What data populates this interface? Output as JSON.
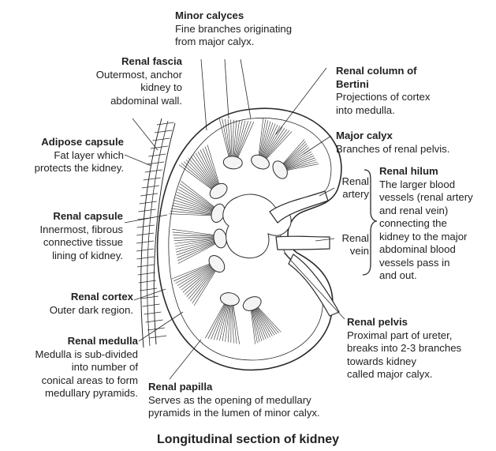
{
  "labels": {
    "minor_calyces": {
      "title": "Minor calyces",
      "desc": [
        "Fine branches originating",
        "from major calyx."
      ]
    },
    "renal_fascia": {
      "title": "Renal fascia",
      "desc": [
        "Outermost, anchor",
        "kidney to",
        "abdominal wall."
      ]
    },
    "adipose_capsule": {
      "title": "Adipose capsule",
      "desc": [
        "Fat layer which",
        "protects the kidney."
      ]
    },
    "renal_capsule": {
      "title": "Renal capsule",
      "desc": [
        "Innermost, fibrous",
        "connective tissue",
        "lining of kidney."
      ]
    },
    "renal_cortex": {
      "title": "Renal cortex",
      "desc": [
        "Outer dark region."
      ]
    },
    "renal_medulla": {
      "title": "Renal medulla",
      "desc": [
        "Medulla is sub-divided",
        "into number of",
        "conical areas to form",
        "medullary pyramids."
      ]
    },
    "renal_papilla": {
      "title": "Renal papilla",
      "desc": [
        "Serves as the opening of medullary",
        "pyramids in the lumen of minor calyx."
      ]
    },
    "renal_column": {
      "title": [
        "Renal column of",
        "Bertini"
      ],
      "desc": [
        "Projections of cortex",
        "into medulla."
      ]
    },
    "major_calyx": {
      "title": "Major calyx",
      "desc": [
        "Branches of renal pelvis."
      ]
    },
    "renal_hilum": {
      "title": "Renal hilum",
      "desc": [
        "The larger blood",
        "vessels (renal artery",
        "and renal vein)",
        "connecting the",
        "kidney to the major",
        "abdominal blood",
        "vessels pass in",
        "and out."
      ]
    },
    "renal_artery": [
      "Renal",
      "artery"
    ],
    "renal_vein": [
      "Renal",
      "vein"
    ],
    "renal_pelvis": {
      "title": "Renal pelvis",
      "desc": [
        "Proximal part of ureter,",
        "breaks into 2-3 branches",
        "towards kidney",
        "called major calyx."
      ]
    }
  },
  "caption": "Longitudinal section of kidney"
}
